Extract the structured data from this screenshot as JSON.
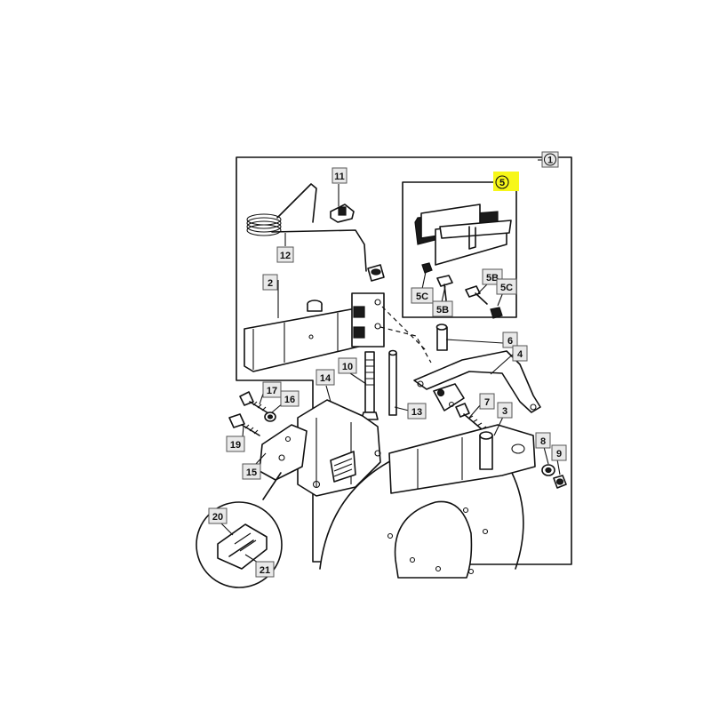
{
  "diagram": {
    "highlight_color": "#f7f719",
    "callouts": {
      "c1": "1",
      "c2": "2",
      "c3": "3",
      "c4": "4",
      "c5": "5",
      "c5b_a": "5B",
      "c5b_b": "5B",
      "c5c_a": "5C",
      "c5c_b": "5C",
      "c6": "6",
      "c7": "7",
      "c8": "8",
      "c9": "9",
      "c10": "10",
      "c11": "11",
      "c12": "12",
      "c13": "13",
      "c14": "14",
      "c15": "15",
      "c16": "16",
      "c17": "17",
      "c19": "19",
      "c20": "20",
      "c21": "21"
    }
  }
}
